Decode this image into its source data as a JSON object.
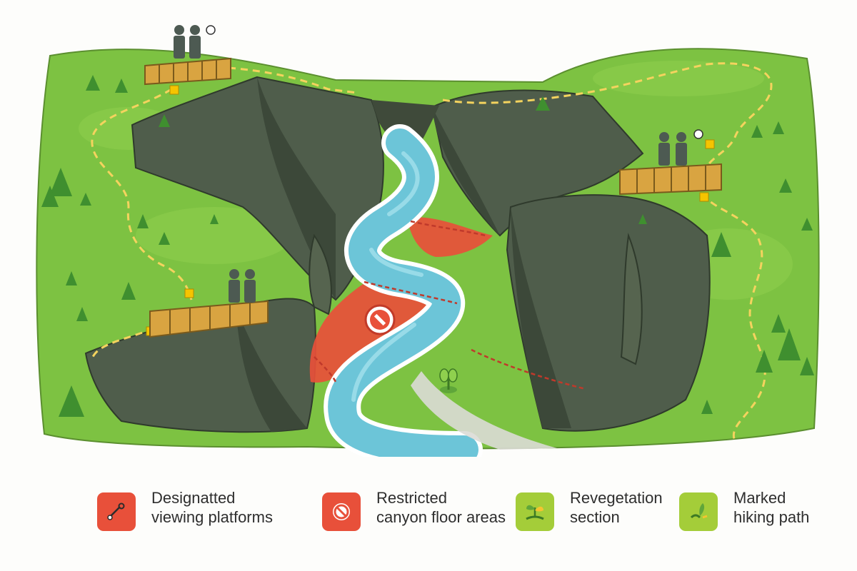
{
  "colors": {
    "grass": "#7dc242",
    "grass_dark": "#5fa63a",
    "cliff": "#4f5d4b",
    "cliff_shade": "#3c4839",
    "river": "#6cc5d8",
    "river_edge": "#ffffff",
    "restricted": "#e8503a",
    "trail": "#f4d35e",
    "platform": "#d9a441",
    "revegetation": "#a4cd39"
  },
  "map": {
    "icons": {
      "platforms": "viewing-platform-icon",
      "no_entry": "no-entry-icon",
      "sprout": "sprout-icon",
      "trees": "tree-icon",
      "trail_marker": "trail-marker-icon"
    }
  },
  "legend": {
    "items": [
      {
        "id": "platforms",
        "icon": "viewing-platform-icon",
        "color": "#e8503a",
        "line1": "Designatted",
        "line2": "viewing platforms"
      },
      {
        "id": "restricted",
        "icon": "no-entry-icon",
        "color": "#e8503a",
        "line1": "Restricted",
        "line2": "canyon floor areas"
      },
      {
        "id": "revegetation",
        "icon": "revegetation-icon",
        "color": "#a4cd39",
        "line1": "Revegetation",
        "line2": "section"
      },
      {
        "id": "hiking",
        "icon": "hiking-path-icon",
        "color": "#a4cd39",
        "line1": "Marked",
        "line2": "hiking path"
      }
    ]
  }
}
